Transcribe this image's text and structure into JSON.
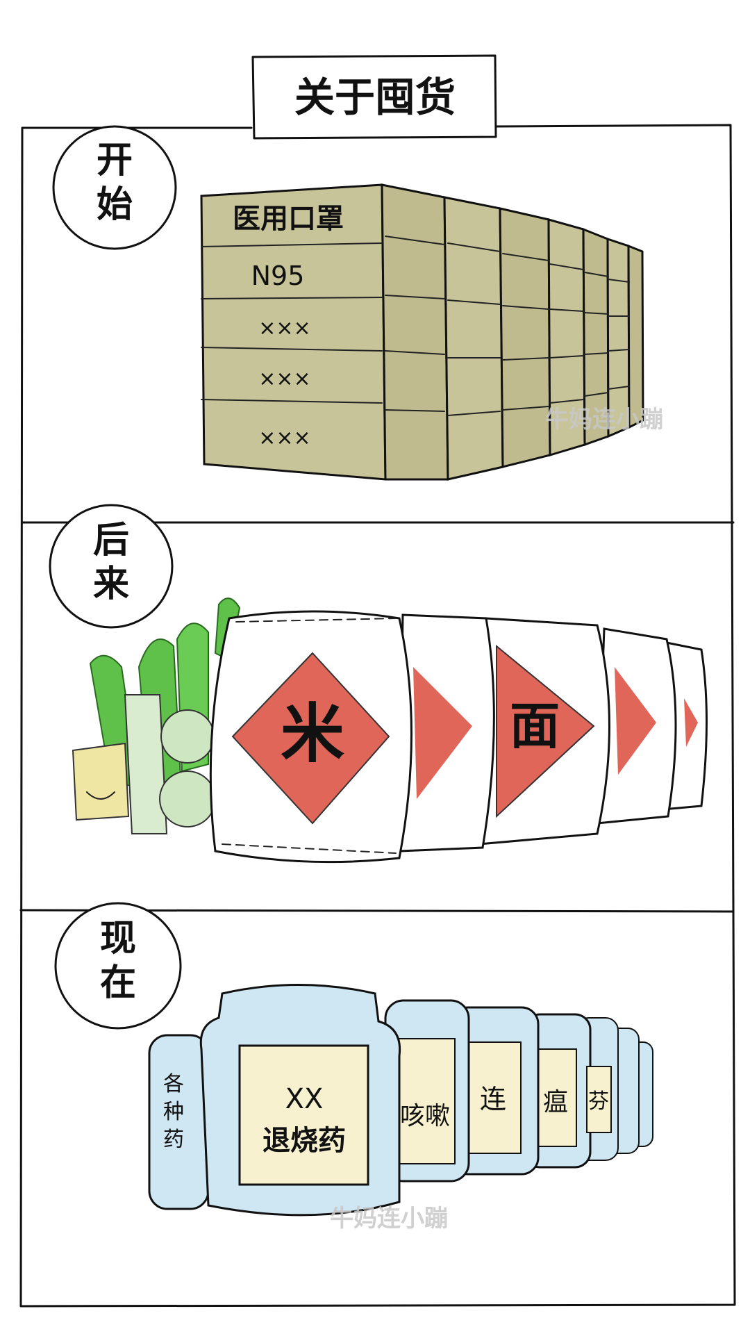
{
  "title": "关于囤货",
  "panels": [
    {
      "label": "开始",
      "box_labels": [
        "医用口罩",
        "N95",
        "×××",
        "×××",
        "×××"
      ]
    },
    {
      "label": "后来",
      "bag_labels": [
        "米",
        "面"
      ]
    },
    {
      "label": "现在",
      "jar_side_label": "各种药",
      "jar_labels": [
        "XX",
        "退烧药",
        "咳嗽",
        "连",
        "瘟",
        "芬"
      ]
    }
  ],
  "watermark": "牛妈连小蹦",
  "colors": {
    "box": "#c8c49a",
    "bag_diamond": "#e0665a",
    "leaf": "#5fc04a",
    "jar": "#cfe6f3",
    "jar_label": "#f7f1cf"
  }
}
